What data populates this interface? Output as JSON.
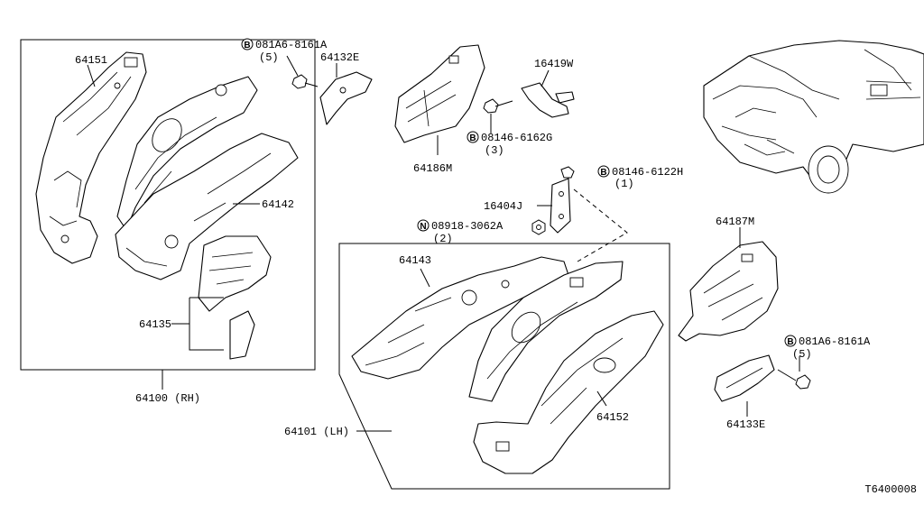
{
  "diagram": {
    "code": "T6400008",
    "groups": [
      {
        "id": "rh",
        "label": "64100 (RH)"
      },
      {
        "id": "lh",
        "label": "64101 (LH)"
      }
    ],
    "parts": {
      "p64151": "64151",
      "p64142": "64142",
      "p64135": "64135",
      "p64132E": "64132E",
      "p64186M": "64186M",
      "p16419W": "16419W",
      "p16404J": "16404J",
      "p64143": "64143",
      "p64152": "64152",
      "p64187M": "64187M",
      "p64133E": "64133E"
    },
    "fasteners": {
      "f1": {
        "mark": "B",
        "code": "081A6-8161A",
        "qty": "(5)"
      },
      "f2": {
        "mark": "B",
        "code": "08146-6162G",
        "qty": "(3)"
      },
      "f3": {
        "mark": "B",
        "code": "08146-6122H",
        "qty": "(1)"
      },
      "f4": {
        "mark": "N",
        "code": "08918-3062A",
        "qty": "(2)"
      },
      "f5": {
        "mark": "B",
        "code": "081A6-8161A",
        "qty": "(5)"
      }
    }
  }
}
